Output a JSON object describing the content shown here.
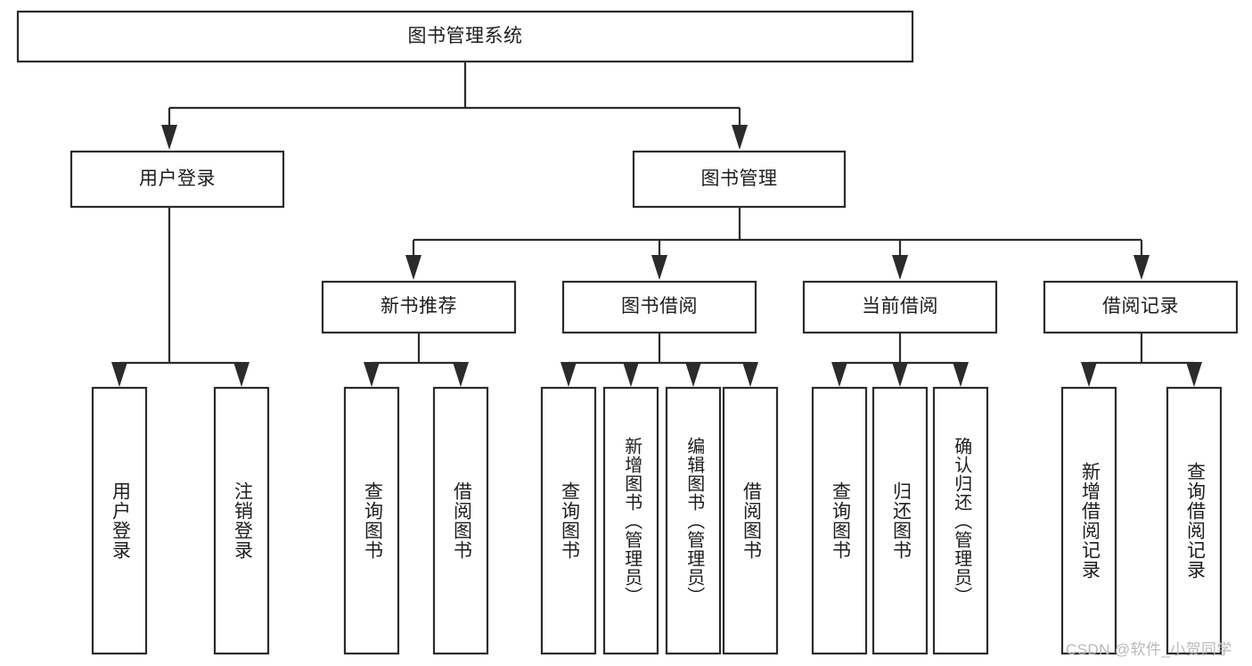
{
  "diagram": {
    "type": "tree-hierarchy",
    "title": "图书管理系统",
    "orientation": "top-down",
    "colors": {
      "stroke": "#2b2b2b",
      "fill": "#ffffff",
      "text": "#1d1d1d",
      "watermark": "#b9b9b9",
      "background": "#ffffff"
    },
    "levels": {
      "root": {
        "label": "图书管理系统"
      },
      "level2": [
        {
          "label": "用户登录"
        },
        {
          "label": "图书管理"
        }
      ],
      "level3": [
        {
          "label": "新书推荐"
        },
        {
          "label": "图书借阅"
        },
        {
          "label": "当前借阅"
        },
        {
          "label": "借阅记录"
        }
      ],
      "leaves": {
        "user_login": [
          {
            "label": "用户登录"
          },
          {
            "label": "注销登录"
          }
        ],
        "new_book_recommend": [
          {
            "label": "查询图书"
          },
          {
            "label": "借阅图书"
          }
        ],
        "book_borrow": [
          {
            "label": "查询图书"
          },
          {
            "label": "新增图书（管理员）"
          },
          {
            "label": "编辑图书（管理员）"
          },
          {
            "label": "借阅图书"
          }
        ],
        "current_borrow": [
          {
            "label": "查询图书"
          },
          {
            "label": "归还图书"
          },
          {
            "label": "确认归还（管理员）"
          }
        ],
        "borrow_record": [
          {
            "label": "新增借阅记录"
          },
          {
            "label": "查询借阅记录"
          }
        ]
      }
    }
  },
  "watermark": {
    "text": "CSDN @软件_小贺同学"
  }
}
